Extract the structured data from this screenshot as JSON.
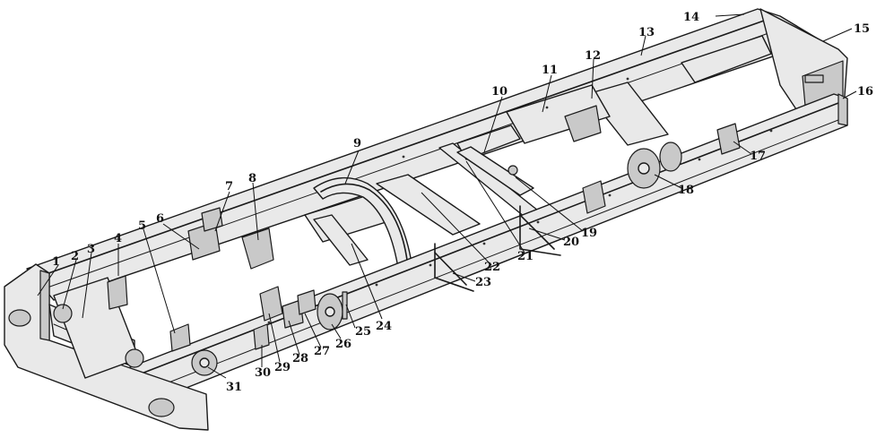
{
  "diagram": {
    "subject": "truck-chassis-frame",
    "callout_color": "#111111",
    "line_color": "#1a1a1a",
    "paper_color": "#ffffff"
  },
  "callouts": [
    {
      "id": "c1",
      "label": "1"
    },
    {
      "id": "c2",
      "label": "2"
    },
    {
      "id": "c3",
      "label": "3"
    },
    {
      "id": "c4",
      "label": "4"
    },
    {
      "id": "c5",
      "label": "5"
    },
    {
      "id": "c6",
      "label": "6"
    },
    {
      "id": "c7",
      "label": "7"
    },
    {
      "id": "c8",
      "label": "8"
    },
    {
      "id": "c9",
      "label": "9"
    },
    {
      "id": "c10",
      "label": "10"
    },
    {
      "id": "c11",
      "label": "11"
    },
    {
      "id": "c12",
      "label": "12"
    },
    {
      "id": "c13",
      "label": "13"
    },
    {
      "id": "c14",
      "label": "14"
    },
    {
      "id": "c15",
      "label": "15"
    },
    {
      "id": "c16",
      "label": "16"
    },
    {
      "id": "c17",
      "label": "17"
    },
    {
      "id": "c18",
      "label": "18"
    },
    {
      "id": "c19",
      "label": "19"
    },
    {
      "id": "c20",
      "label": "20"
    },
    {
      "id": "c21",
      "label": "21"
    },
    {
      "id": "c22",
      "label": "22"
    },
    {
      "id": "c23",
      "label": "23"
    },
    {
      "id": "c24",
      "label": "24"
    },
    {
      "id": "c25",
      "label": "25"
    },
    {
      "id": "c26",
      "label": "26"
    },
    {
      "id": "c27",
      "label": "27"
    },
    {
      "id": "c28",
      "label": "28"
    },
    {
      "id": "c29",
      "label": "29"
    },
    {
      "id": "c30",
      "label": "30"
    },
    {
      "id": "c31",
      "label": "31"
    }
  ]
}
